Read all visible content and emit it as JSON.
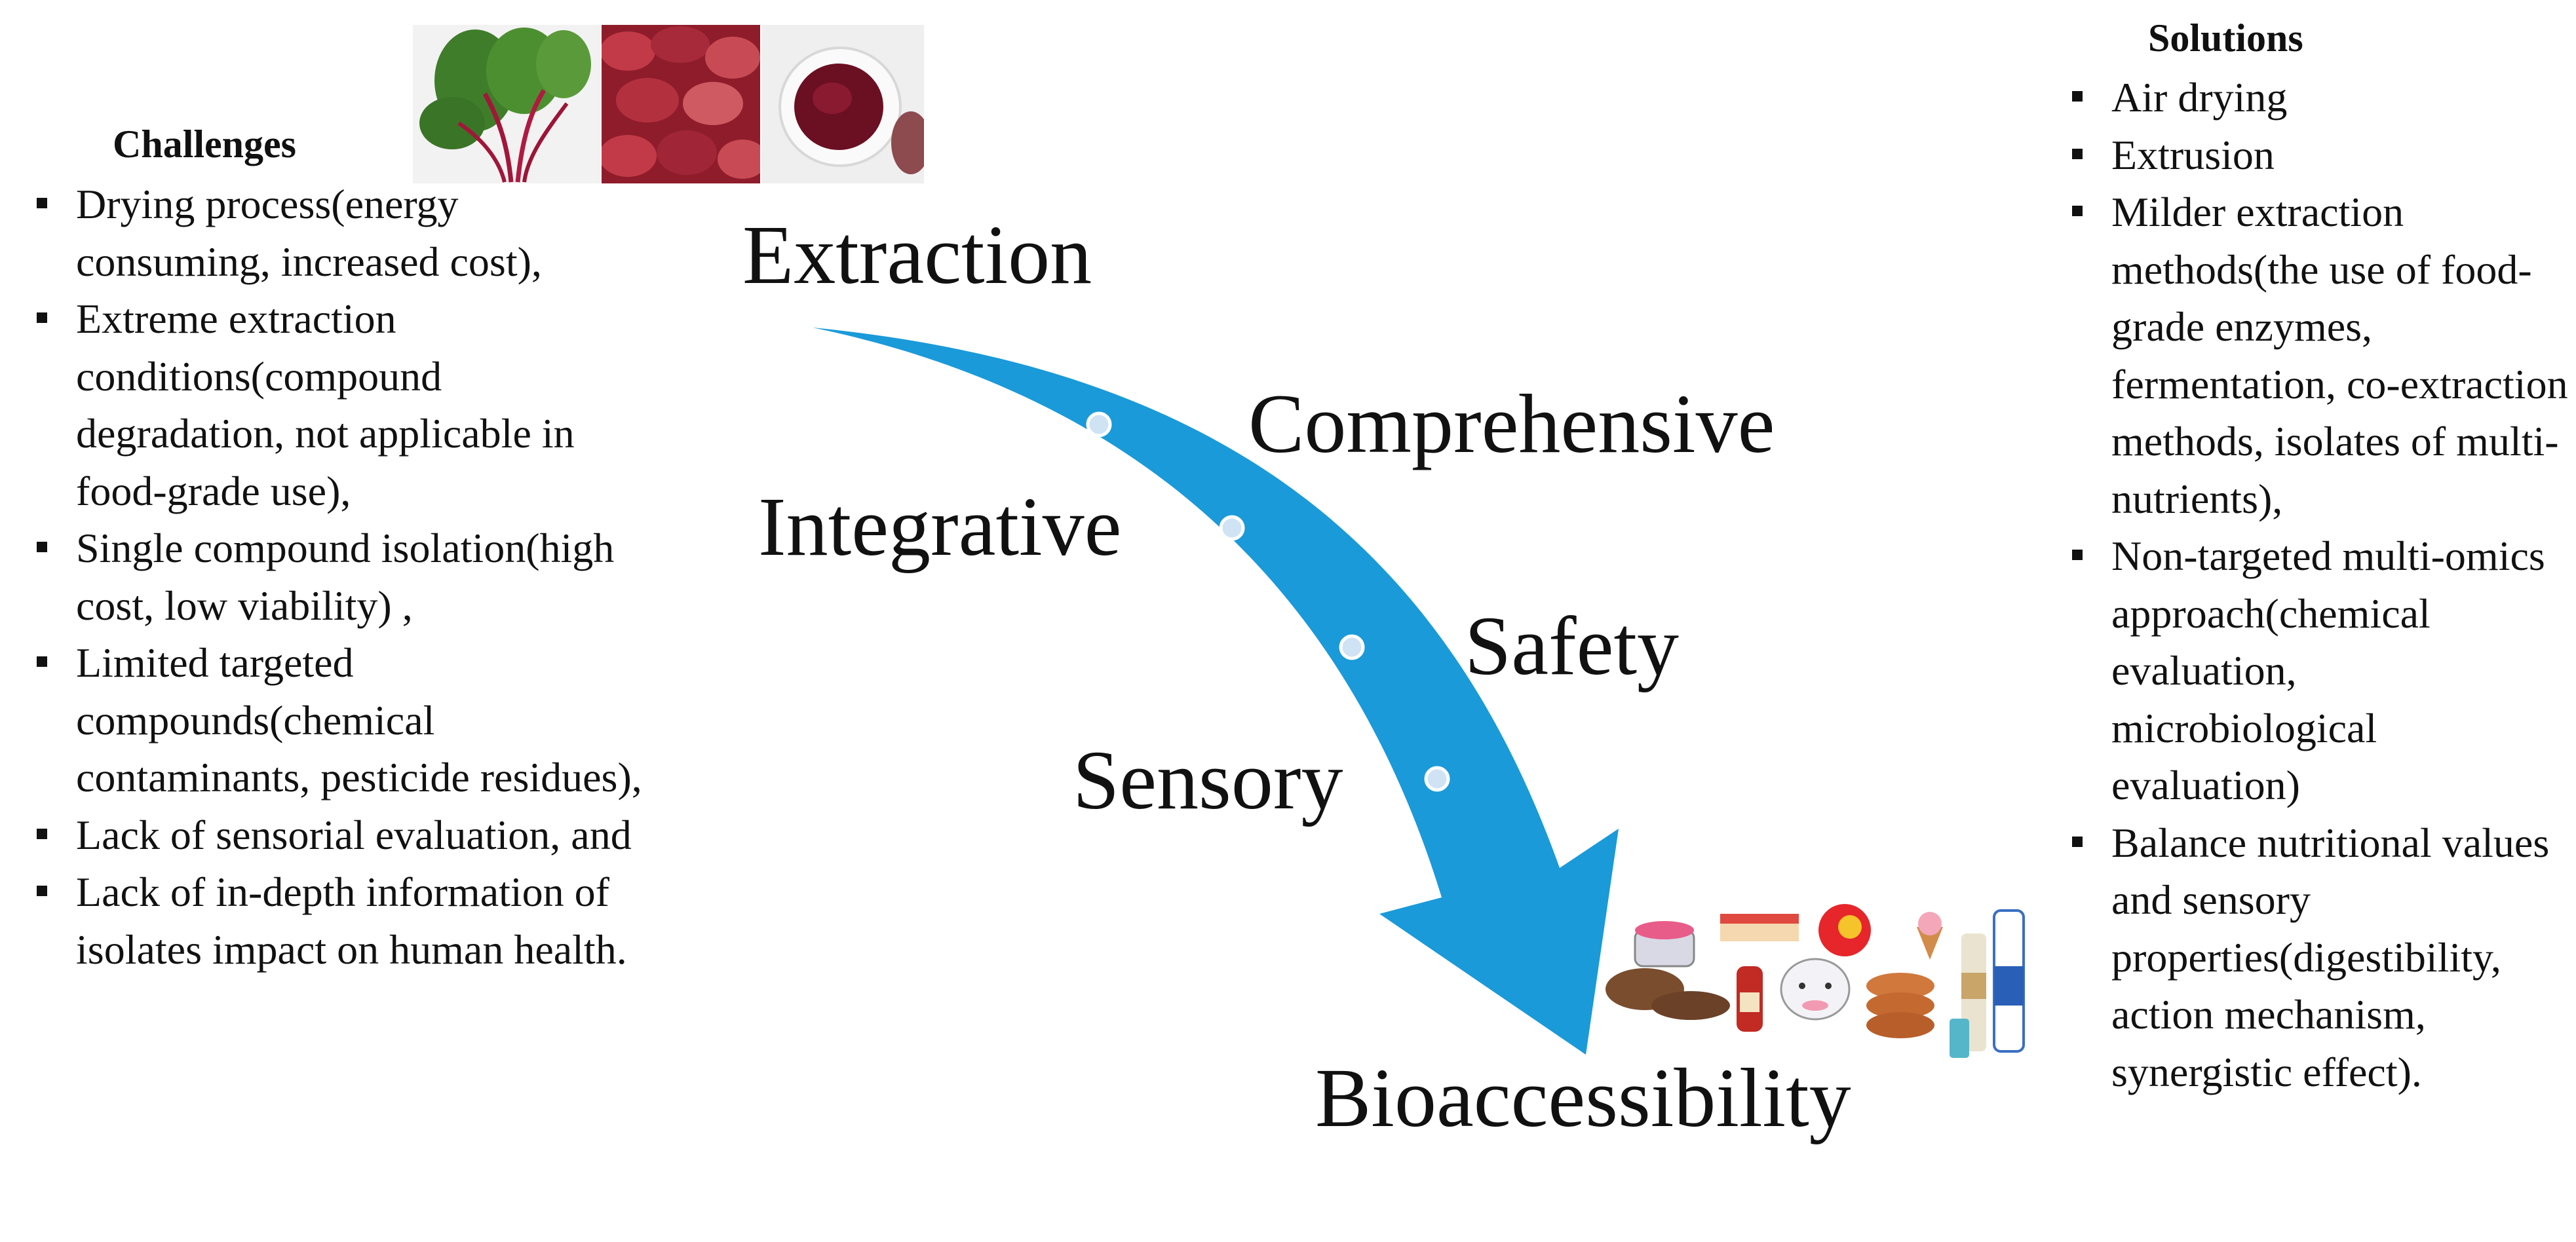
{
  "challenges": {
    "title": "Challenges",
    "items": [
      "Drying process(energy consuming, increased cost),",
      "Extreme extraction conditions(compound degradation, not applicable in food-grade use),",
      "Single compound isolation(high cost, low viability) ,",
      "Limited targeted compounds(chemical contaminants, pesticide residues),",
      "Lack of sensorial evaluation, and",
      "Lack of in-depth information of isolates impact on human health."
    ]
  },
  "solutions": {
    "title": "Solutions",
    "items": [
      "Air drying",
      "Extrusion",
      "Milder extraction methods(the use of food-grade enzymes, fermentation, co-extraction methods, isolates of multi-nutrients),",
      "Non-targeted multi-omics approach(chemical evaluation, microbiological evaluation)",
      "Balance nutritional values and sensory properties(digestibility, action mechanism, synergistic effect)."
    ]
  },
  "terms": {
    "extraction": "Extraction",
    "comprehensive": "Comprehensive",
    "integrative": "Integrative",
    "safety": "Safety",
    "sensory": "Sensory",
    "bioaccessibility": "Bioaccessibility"
  },
  "images": {
    "top": [
      "beet-plant-image",
      "beet-chips-image",
      "beet-powder-image"
    ],
    "bottom": [
      "food-products-image"
    ]
  },
  "colors": {
    "arrow": "#1a9ad9",
    "dot_fill": "#cfe3f4",
    "dot_stroke": "#ffffff",
    "text": "#111111"
  }
}
